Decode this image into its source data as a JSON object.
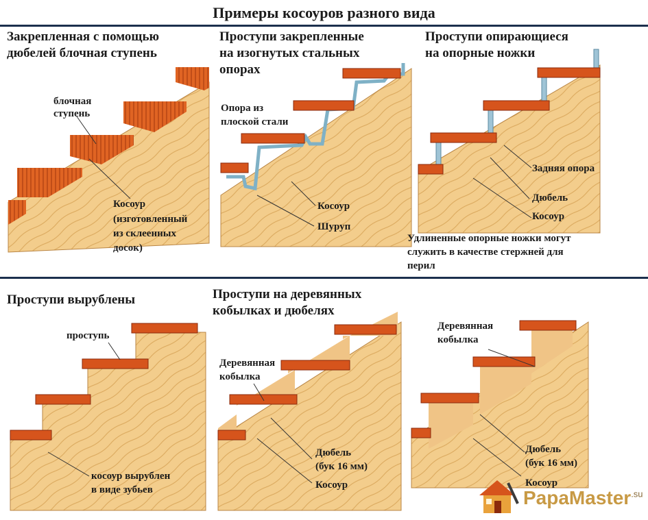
{
  "title": "Примеры косоуров разного вида",
  "panels": [
    {
      "heading": [
        "Закрепленная с помощью",
        "дюбелей блочная ступень"
      ],
      "labels": {
        "step": [
          "блочная",
          "ступень"
        ],
        "stringer": [
          "Косоур",
          "(изготовленный",
          "из склеенных",
          "досок)"
        ]
      }
    },
    {
      "heading": [
        "Проступи закрепленные",
        "на изогнутых стальных",
        "опорах"
      ],
      "labels": {
        "plate": [
          "Опора из",
          "плоской стали"
        ],
        "stringer": "Косоур",
        "screw": "Шуруп"
      }
    },
    {
      "heading": [
        "Проступи опирающиеся",
        "на опорные ножки"
      ],
      "labels": {
        "rear": "Задняя опора",
        "dowel": "Дюбель",
        "stringer": "Косоур"
      },
      "note": [
        "Удлиненные опорные ножки могут",
        "служить в качестве стержней для",
        "перил"
      ]
    },
    {
      "heading": [
        "Проступи вырублены"
      ],
      "labels": {
        "tread": "проступь",
        "stringer": [
          "косоур вырублен",
          "в виде зубьев"
        ]
      }
    },
    {
      "heading": [
        "Проступи на деревянных",
        "кобылках и дюбелях"
      ],
      "labels": {
        "block": [
          "Деревянная",
          "кобылка"
        ],
        "dowel": [
          "Дюбель",
          "(бук 16 мм)"
        ],
        "stringer": "Косоур"
      }
    },
    {
      "labels": {
        "block": [
          "Деревянная",
          "кобылка"
        ],
        "dowel": [
          "Дюбель",
          "(бук 16 мм)"
        ],
        "stringer": "Косоур"
      }
    }
  ],
  "logo": {
    "name": "PapaMaster",
    "tld": ".su"
  },
  "colors": {
    "wood": "#f3cd8c",
    "wood_dark": "#d9a65a",
    "tread": "#d6541c",
    "tread_dark": "#8a2a0c",
    "steel": "#9fc4d6",
    "separator": "#1b2f4d"
  }
}
